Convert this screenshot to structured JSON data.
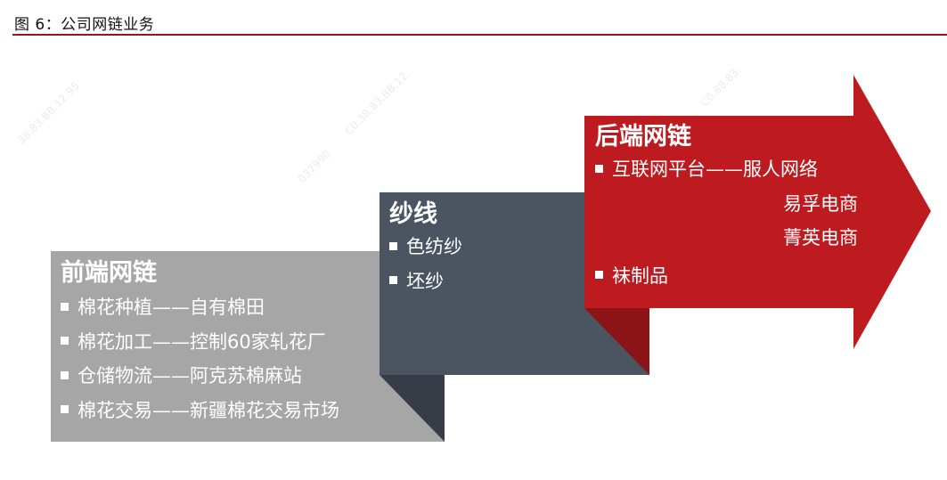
{
  "caption": {
    "text": "图 6：公司网链业务"
  },
  "colors": {
    "front_gray": "#a6a6a6",
    "yarn_slate": "#4b5562",
    "yarn_fold": "#363d47",
    "back_red": "#be1b20",
    "back_fold": "#8c1417",
    "rule": "#8b1a1a"
  },
  "blocks": {
    "front": {
      "title": "前端网链",
      "items": [
        {
          "label": "棉花种植——自有棉田"
        },
        {
          "label": "棉花加工——控制60家轧花厂"
        },
        {
          "label": "仓储物流——阿克苏棉麻站"
        },
        {
          "label": "棉花交易——新疆棉花交易市场"
        }
      ]
    },
    "yarn": {
      "title": "纱线",
      "items": [
        {
          "label": "色纺纱"
        },
        {
          "label": "坯纱"
        }
      ]
    },
    "back": {
      "title": "后端网链",
      "items": [
        {
          "label": "互联网平台——服人网络",
          "continuation": [
            "易孚电商",
            "菁英电商"
          ]
        },
        {
          "label": "袜制品"
        }
      ]
    }
  },
  "watermarks": [
    "38.83.BB.12.95",
    "C0.38.83.BB.12.",
    "037990",
    "C0.88.83."
  ]
}
